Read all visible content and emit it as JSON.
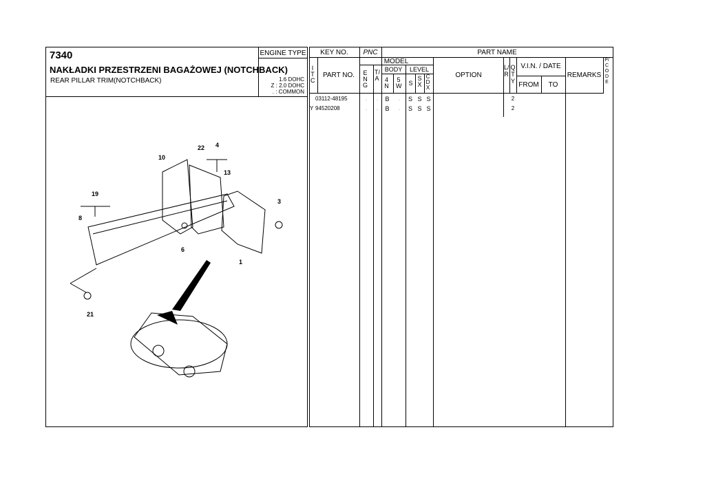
{
  "header": {
    "code": "7340",
    "title_pl": "NAKŁADKI PRZESTRZENI BAGAŻOWEJ (NOTCHBACK)",
    "title_en": "REAR PILLAR TRIM(NOTCHBACK)",
    "engine_type_label": "ENGINE TYPE",
    "engine_types": [
      "1.6 DOHC",
      "Z : 2.0 DOHC",
      ". : COMMON"
    ]
  },
  "table": {
    "key_no": "KEY NO.",
    "pnc": "PNC",
    "part_name": "PART NAME",
    "itc": "ITC",
    "part_no": "PART NO.",
    "model": "MODEL",
    "eng": "ENG",
    "ta": "T/A",
    "body": "BODY",
    "body_4n": "4N",
    "body_5w": "5W",
    "level": "LEVEL",
    "lv_s": "S",
    "lv_sx": "SX",
    "lv_cdx": "CDX",
    "option": "OPTION",
    "lr": "L/R",
    "qty": "QTY",
    "vin_date": "V.I.N. / DATE",
    "from": "FROM",
    "to": "TO",
    "remarks": "REMARKS",
    "pcode": "P/CODE",
    "rows": [
      {
        "itc": "",
        "part_no": "03112-48195",
        "eng": ".",
        "ta": ".",
        "n4": "B",
        "w5": ".",
        "s": "S",
        "sx": "S",
        "cdx": "S",
        "qty": "2"
      },
      {
        "itc": "Y",
        "part_no": "94520208",
        "eng": ".",
        "ta": ".",
        "n4": "B",
        "w5": ".",
        "s": "S",
        "sx": "S",
        "cdx": "S",
        "qty": "2"
      }
    ]
  },
  "diagram": {
    "callouts": [
      "22",
      "4",
      "10",
      "13",
      "19",
      "3",
      "8",
      "6",
      "1",
      "21"
    ]
  }
}
